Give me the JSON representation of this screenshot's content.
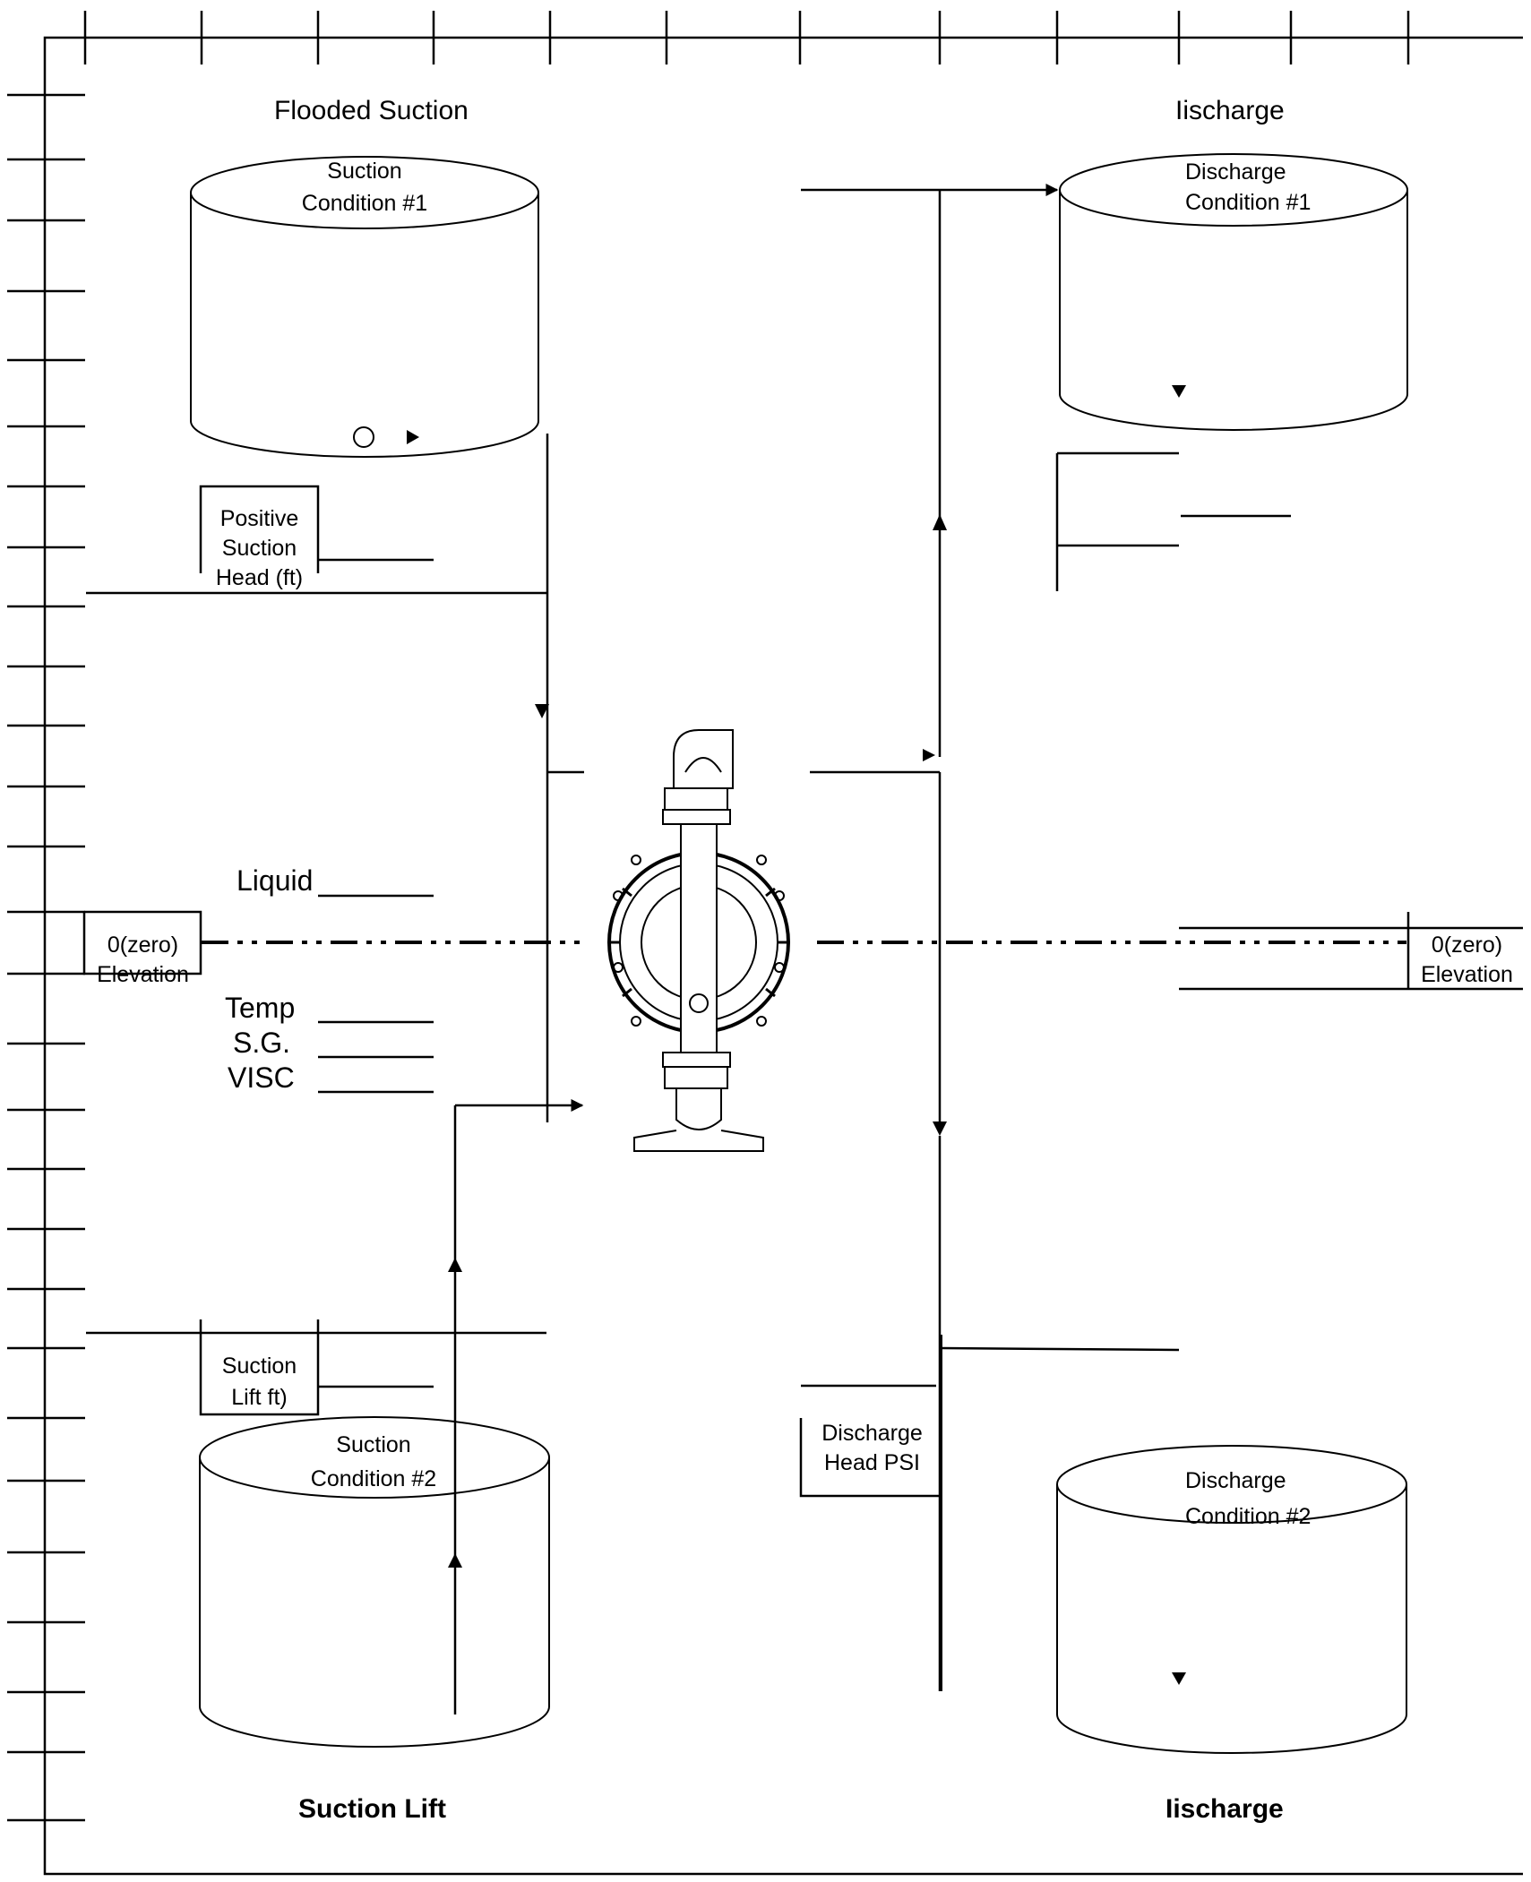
{
  "sections": {
    "flooded_suction": "Flooded Suction",
    "discharge_top": "Ιischarge",
    "suction_lift": "Suction Lift",
    "discharge_bottom": "Ιischarge"
  },
  "tanks": {
    "suction_1": [
      "Suction",
      "Condition #1"
    ],
    "discharge_1": [
      "Discharge",
      "Condition #1"
    ],
    "suction_2": [
      "Suction",
      "Condition #2"
    ],
    "discharge_2": [
      "Discharge",
      "Condition #2"
    ]
  },
  "boxes": {
    "positive_suction_head": [
      "Positive",
      "Suction",
      "Head (ft)"
    ],
    "suction_lift": [
      "Suction",
      "Lift ft)"
    ],
    "discharge_head": [
      "Discharge",
      "Head PSI"
    ],
    "zero_elevation": [
      "0(zero)",
      "Elevation"
    ]
  },
  "liquid_fields": {
    "liquid": "Liquid",
    "temp": "Temp",
    "sg": "S.G.",
    "visc": "VISC"
  },
  "colors": {
    "line": "#000000",
    "background": "#ffffff"
  }
}
